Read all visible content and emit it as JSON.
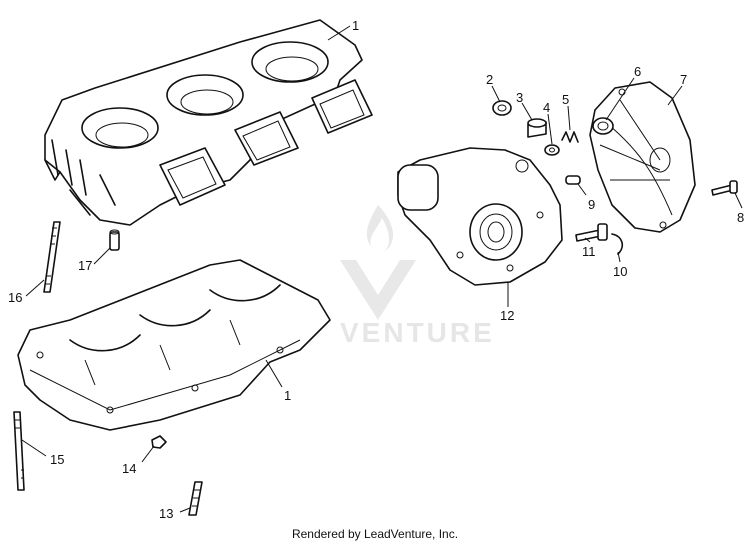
{
  "watermark": {
    "text": "VENTURE"
  },
  "callouts": {
    "c1_top": "1",
    "c1_bottom": "1",
    "c2": "2",
    "c3": "3",
    "c4": "4",
    "c5": "5",
    "c6": "6",
    "c7": "7",
    "c8": "8",
    "c9": "9",
    "c10": "10",
    "c11": "11",
    "c12": "12",
    "c13": "13",
    "c14": "14",
    "c15": "15",
    "c16": "16",
    "c17": "17"
  },
  "footer": {
    "credit": "Rendered by LeadVenture, Inc."
  }
}
